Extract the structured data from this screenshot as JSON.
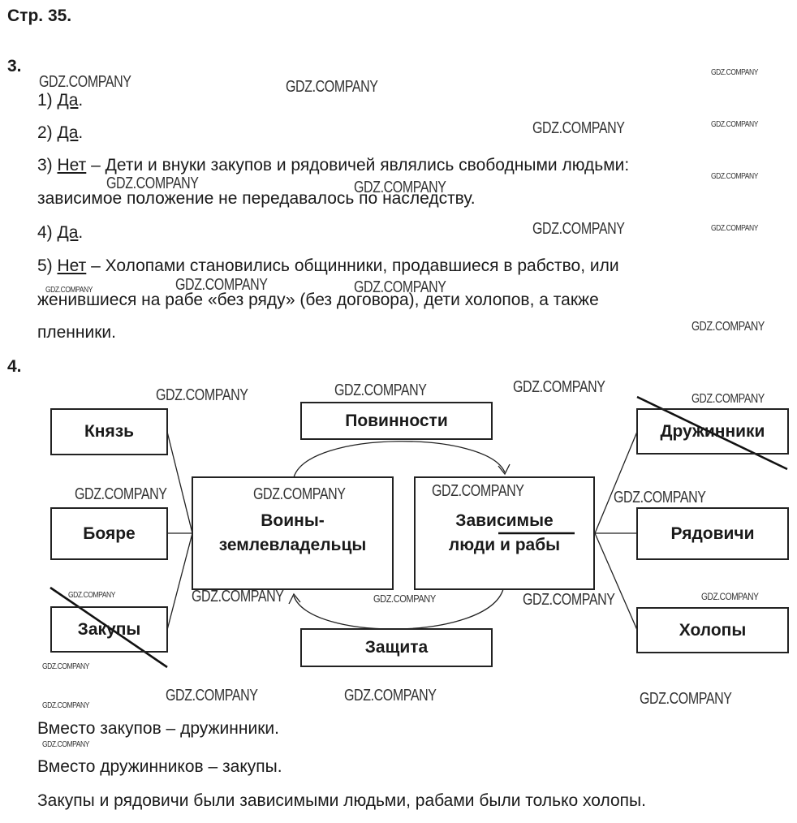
{
  "page_header": "Стр. 35.",
  "task3": {
    "number": "3.",
    "items": [
      {
        "prefix": "1) ",
        "answer": "Да",
        "suffix": "."
      },
      {
        "prefix": "2) ",
        "answer": "Да",
        "suffix": "."
      },
      {
        "prefix": "3) ",
        "answer": "Нет",
        "suffix": " – Дети и внуки закупов и рядовичей являлись свободными людьми:",
        "continuation": "зависимое положение не передавалось по наследству."
      },
      {
        "prefix": "4) ",
        "answer": "Да",
        "suffix": "."
      },
      {
        "prefix": "5) ",
        "answer": "Нет",
        "suffix": " – Холопами становились общинники, продавшиеся в рабство, или",
        "continuation": "женившиеся на рабе «без ряду» (без договора), дети холопов, а также",
        "continuation2": "пленники."
      }
    ]
  },
  "task4": {
    "number": "4.",
    "boxes": {
      "knyaz": "Князь",
      "boyare": "Бояре",
      "zakupy": "Закупы",
      "povinnosti": "Повинности",
      "zashchita": "Защита",
      "voiny_line1": "Воины-",
      "voiny_line2": "землевладельцы",
      "zavisimye_line1": "Зависимые",
      "zavisimye_line2": "люди и рабы",
      "druzhinniki": "Дружинники",
      "ryadovichi": "Рядовичи",
      "kholopy": "Холопы"
    },
    "notes": [
      "Вместо закупов – дружинники.",
      "Вместо дружинников – закупы.",
      "Закупы и рядовичи были зависимыми людьми, рабами были только холопы."
    ]
  },
  "watermark": "GDZ.COMPANY"
}
